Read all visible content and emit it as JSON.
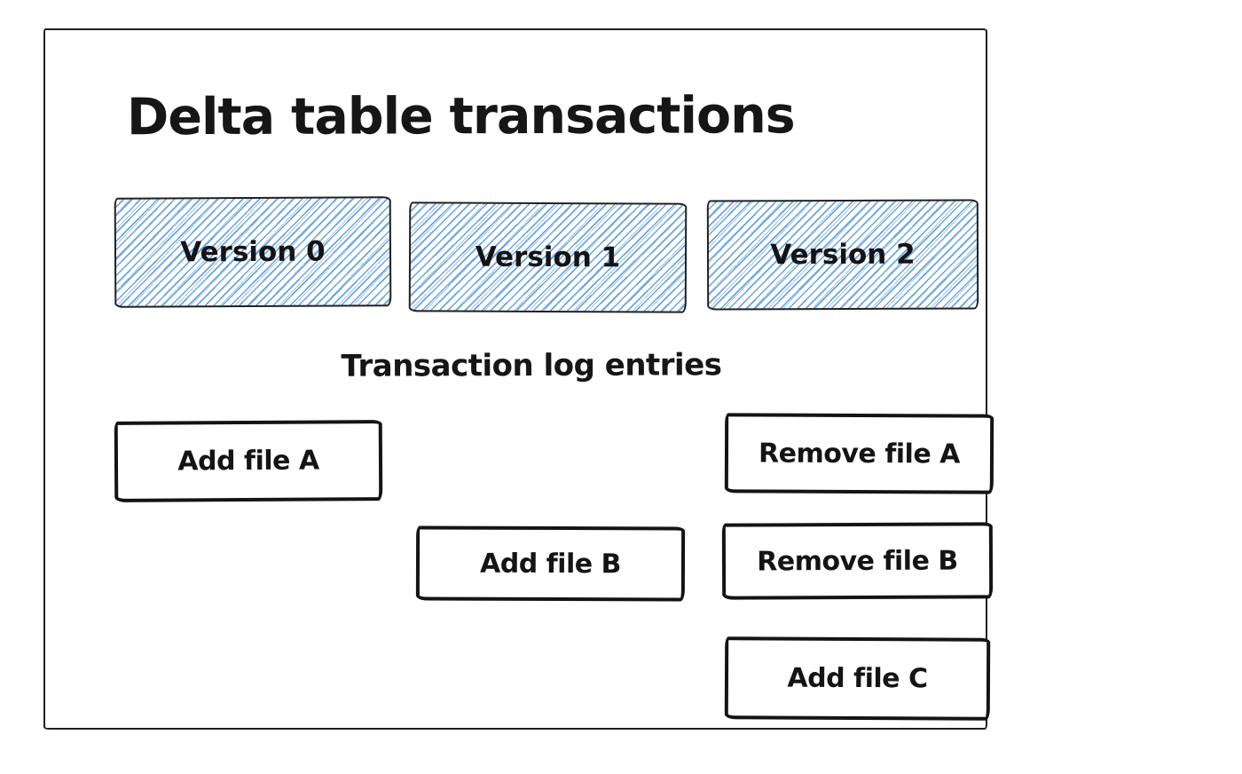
{
  "diagram": {
    "title": "Delta table transactions",
    "log_label": "Transaction log entries",
    "versions": [
      {
        "label": "Version 0"
      },
      {
        "label": "Version 1"
      },
      {
        "label": "Version 2"
      }
    ],
    "transactions": [
      {
        "label": "Add file A"
      },
      {
        "label": "Remove file A"
      },
      {
        "label": "Add file B"
      },
      {
        "label": "Remove file B"
      },
      {
        "label": "Add file C"
      }
    ],
    "colors": {
      "hatch_blue": "#6aa5de",
      "stroke": "#1b1b1b",
      "background": "#ffffff"
    }
  }
}
